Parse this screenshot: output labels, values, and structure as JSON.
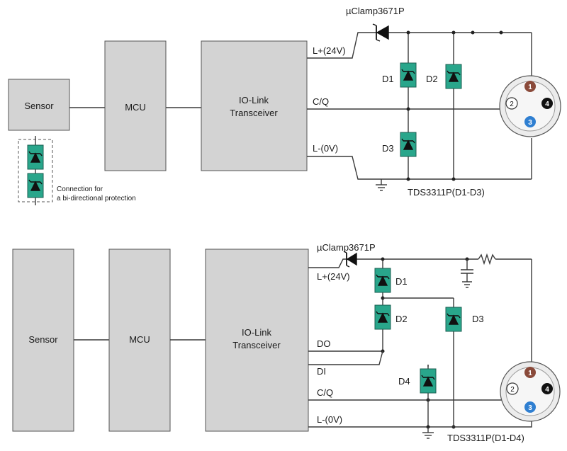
{
  "top": {
    "sensor_label": "Sensor",
    "mcu_label": "MCU",
    "transceiver_line1": "IO-Link",
    "transceiver_line2": "Transceiver",
    "line_lplus": "L+(24V)",
    "line_cq": "C/Q",
    "line_lminus": "L-(0V)",
    "clamp_label": "µClamp3671P",
    "d1_label": "D1",
    "d2_label": "D2",
    "d3_label": "D3",
    "tds_label": "TDS3311P(D1-D3)",
    "connection_line1": "Connection for",
    "connection_line2": "a bi-directional protection",
    "pins": [
      "1",
      "2",
      "3",
      "4"
    ]
  },
  "bottom": {
    "sensor_label": "Sensor",
    "mcu_label": "MCU",
    "transceiver_line1": "IO-Link",
    "transceiver_line2": "Transceiver",
    "line_lplus": "L+(24V)",
    "line_do": "DO",
    "line_di": "DI",
    "line_cq": "C/Q",
    "line_lminus": "L-(0V)",
    "clamp_label": "µClamp3671P",
    "d1_label": "D1",
    "d2_label": "D2",
    "d3_label": "D3",
    "d4_label": "D4",
    "tds_label": "TDS3311P(D1-D4)",
    "pins": [
      "1",
      "2",
      "3",
      "4"
    ]
  },
  "colors": {
    "block_fill": "#d3d3d3",
    "tvs_fill": "#29a68b",
    "pin1": "#8a4a3a",
    "pin3": "#2f7fd1",
    "pin4": "#111111"
  }
}
